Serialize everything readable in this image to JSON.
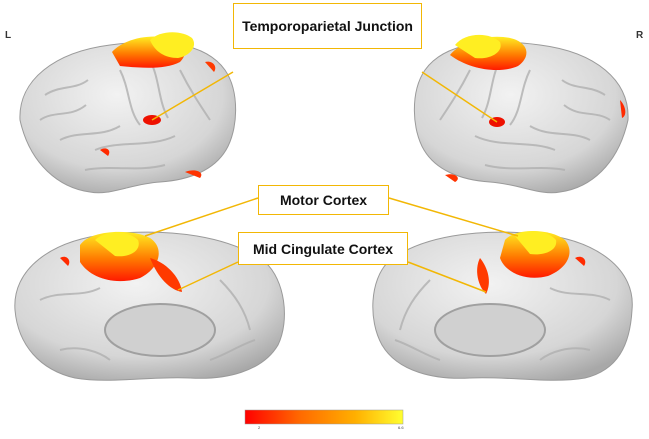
{
  "hemispheres": {
    "left_letter": "L",
    "right_letter": "R"
  },
  "labels": {
    "tpj": "Temporoparietal Junction",
    "motor": "Motor Cortex",
    "mcc": "Mid Cingulate Cortex"
  },
  "colorbar": {
    "min_label": "2",
    "max_label": "6.6",
    "colors": [
      "#ff0000",
      "#ff6a00",
      "#ffb000",
      "#ffff30"
    ]
  },
  "colors": {
    "cortex": "#dcdcdc",
    "sulcus": "#b4b4b4",
    "label_border": "#f2b705",
    "hot_low": "#ff1a00",
    "hot_high": "#ffee22"
  }
}
